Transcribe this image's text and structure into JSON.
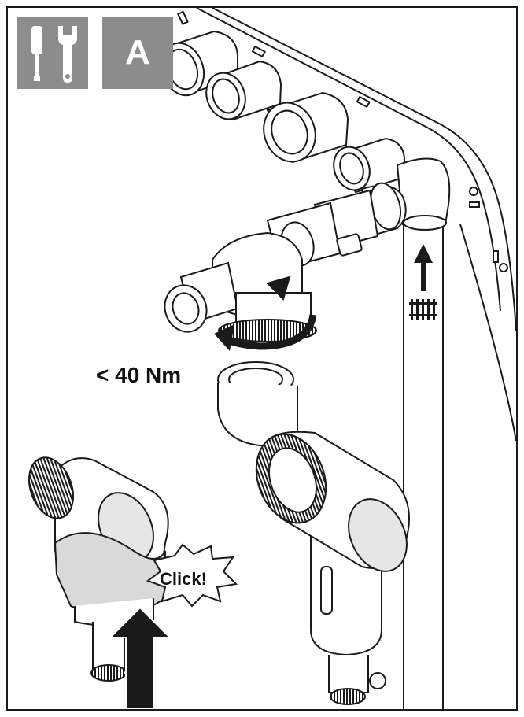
{
  "badges": {
    "tools_icon": "screwdriver-and-wrench-icon",
    "letter": "A",
    "background": "#8c8c8c"
  },
  "annotations": {
    "torque": "< 40 Nm",
    "click": "Click!"
  },
  "icons": {
    "flow_direction": "arrow-up-icon",
    "heating_circuit": "radiator-icon",
    "rotation": "counterclockwise-arrow-icon",
    "push": "push-up-arrow-icon"
  },
  "colors": {
    "line": "#1a1a1a",
    "fill": "#ffffff",
    "shade": "#d9d9d9",
    "badge": "#8c8c8c"
  }
}
